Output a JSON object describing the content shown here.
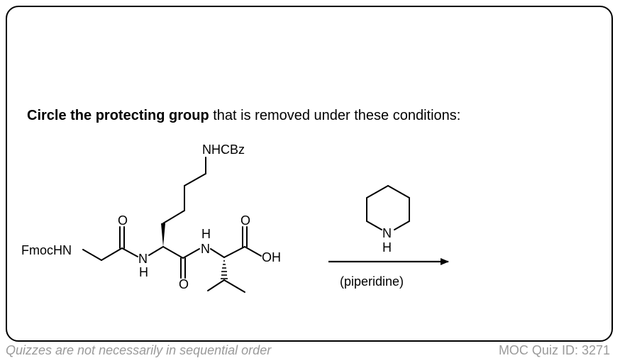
{
  "question": {
    "bold": "Circle the protecting group",
    "rest": " that is removed under these conditions:"
  },
  "molecule": {
    "left_group": "FmocHN",
    "side_chain_group": "NHCBz",
    "amide_nh_1": "N",
    "amide_h_1": "H",
    "amide_nh_2": "N",
    "amide_h_2": "H",
    "carbonyl_o": "O",
    "acid_oh": "OH"
  },
  "reagent": {
    "ring_n": "N",
    "ring_h": "H",
    "name": "(piperidine)"
  },
  "footer": {
    "note": "Quizzes are not necessarily in sequential order",
    "quiz_id": "MOC Quiz ID: 3271"
  }
}
